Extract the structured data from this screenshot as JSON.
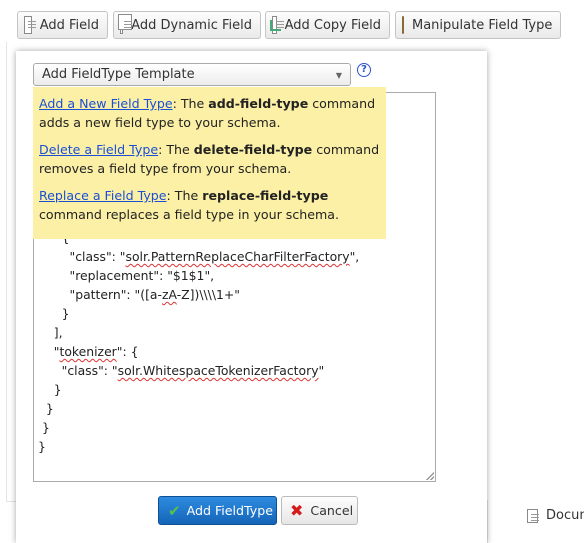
{
  "toolbar": {
    "add_field": "Add Field",
    "add_dynamic_field": "Add Dynamic Field",
    "add_copy_field": "Add Copy Field",
    "manipulate_field_type": "Manipulate Field Type"
  },
  "dialog": {
    "template_select": "Add FieldType Template",
    "help_symbol": "?",
    "tooltip": {
      "items": [
        {
          "link": "Add a New Field Type",
          "sep": ": The ",
          "cmd": "add-field-type",
          "rest": " command adds a new field type to your schema."
        },
        {
          "link": "Delete a Field Type",
          "sep": ": The ",
          "cmd": "delete-field-type",
          "rest": " command removes a field type from your schema."
        },
        {
          "link": "Replace a Field Type",
          "sep": ": The ",
          "cmd": "replace-field-type",
          "rest": " command replaces a field type in your schema."
        }
      ]
    },
    "code": {
      "l1": "      {",
      "l2a": "        \"class\": \"",
      "l2b": "solr.PatternReplaceCharFilterFactory",
      "l2c": "\",",
      "l3": "        \"replacement\": \"$1$1\",",
      "l4a": "        \"pattern\": \"([a-",
      "l4b": "zA",
      "l4c": "-Z])\\\\\\\\1+\"",
      "l5": "      }",
      "l6": "    ],",
      "l7a": "    \"",
      "l7b": "tokenizer",
      "l7c": "\": {",
      "l8a": "      \"class\": \"",
      "l8b": "solr.WhitespaceTokenizerFactory",
      "l8c": "\"",
      "l9": "    }",
      "l10": "  }",
      "l11": " }",
      "l12": "}"
    },
    "add_button": "Add FieldType",
    "cancel_button": "Cancel"
  },
  "background": {
    "docu_label": "Docum"
  }
}
